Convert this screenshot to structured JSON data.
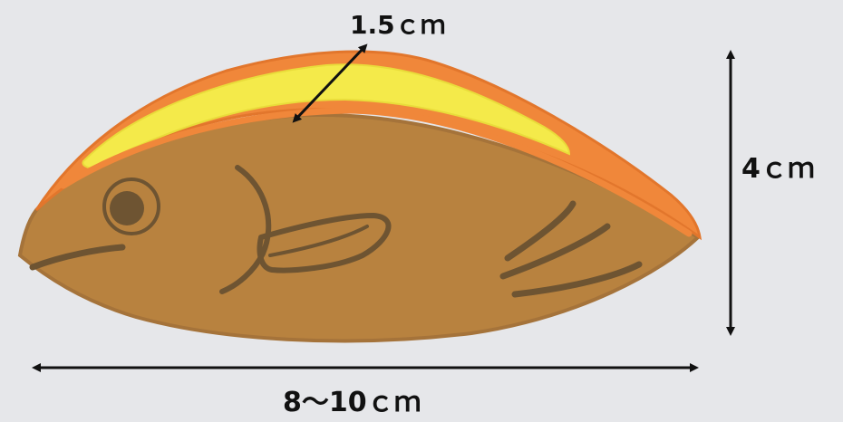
{
  "labels": {
    "thickness": "1.5ｃｍ",
    "height": "4ｃｍ",
    "length": "8〜10ｃｍ"
  },
  "colors": {
    "background": "#e6e7ea",
    "fish_body": "#b8823f",
    "fish_body_dark": "#a06f35",
    "crust_orange": "#f0873a",
    "filling_yellow": "#f4ea4a",
    "outline_brown": "#6e5432",
    "arrow": "#111111"
  },
  "icons": {
    "fish": "taiyaki-fish-illustration",
    "arrows": "double-headed-arrow"
  }
}
